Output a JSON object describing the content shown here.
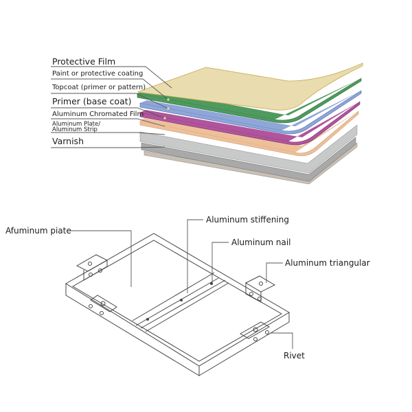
{
  "layers_diagram": {
    "labels": [
      {
        "text": "Protective Film"
      },
      {
        "text": "Paint or protective coating"
      },
      {
        "text": "Topcoat (primer or pattern)"
      },
      {
        "text": "Primer (base coat)"
      },
      {
        "text": "Aluminum Chromated Film"
      },
      {
        "text": "Aluminum Plate/"
      },
      {
        "text": "Aluminum Strip"
      },
      {
        "text": "Varnish"
      }
    ],
    "layer_colors": [
      "#e9dcae",
      "#4f9a5e",
      "#8ea6d8",
      "#b0559c",
      "#eec09a",
      "#c8c9c9",
      "#a9a9a9",
      "#c9c0b5"
    ]
  },
  "panel_diagram": {
    "labels": [
      {
        "text": "Afuminum piate"
      },
      {
        "text": "Aluminum stiffening"
      },
      {
        "text": "Aluminum nail"
      },
      {
        "text": "Aluminum triangular"
      },
      {
        "text": "Rivet"
      }
    ],
    "line_color": "#555555"
  }
}
